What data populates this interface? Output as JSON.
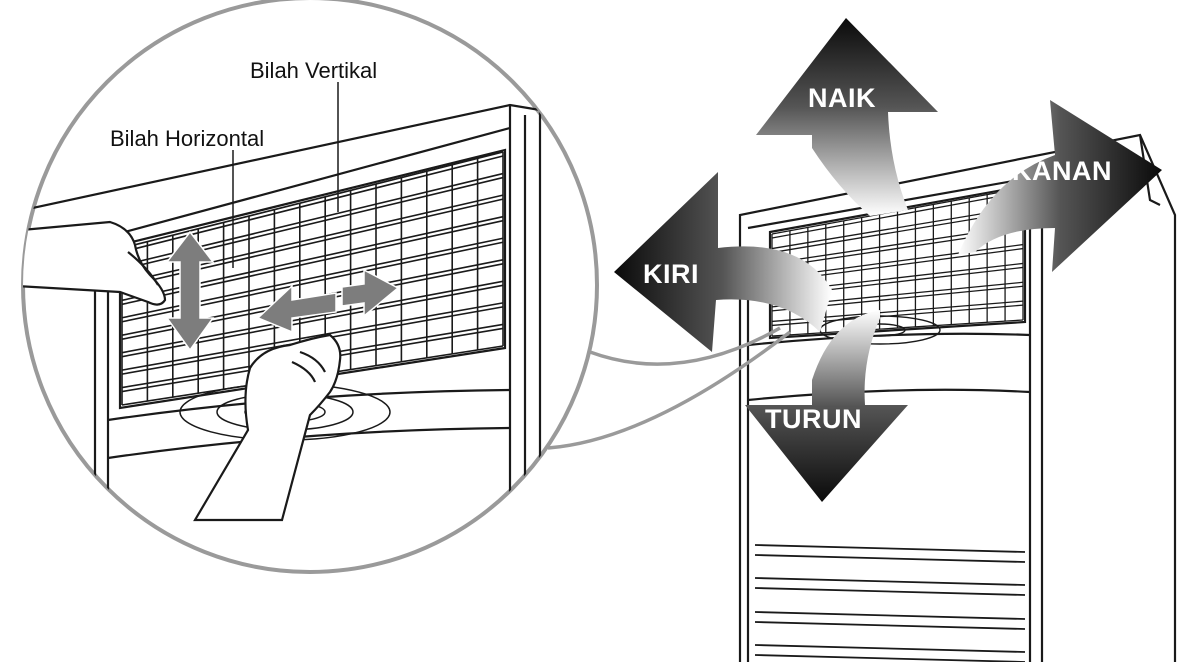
{
  "labels": {
    "vertical_slat": "Bilah Vertikal",
    "horizontal_slat": "Bilah Horizontal"
  },
  "directions": {
    "up": "NAIK",
    "right": "KANAN",
    "left": "KIRI",
    "down": "TURUN"
  },
  "colors": {
    "line": "#1a1a1a",
    "circle": "#9a9a9a",
    "small_arrow": "#7d7d7d",
    "big_arrow": "#111111"
  }
}
